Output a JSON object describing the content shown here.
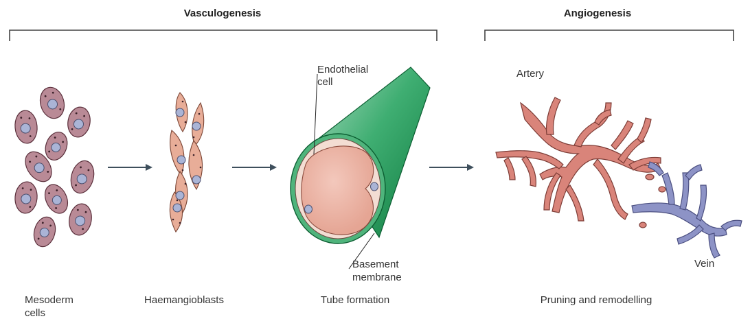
{
  "headers": {
    "vasculogenesis": "Vasculogenesis",
    "angiogenesis": "Angiogenesis"
  },
  "stages": {
    "mesoderm_line1": "Mesoderm",
    "mesoderm_line2": "cells",
    "haemangioblasts": "Haemangioblasts",
    "tube_formation": "Tube formation",
    "pruning": "Pruning and remodelling"
  },
  "callouts": {
    "endothelial_line1": "Endothelial",
    "endothelial_line2": "cell",
    "basement_line1": "Basement",
    "basement_line2": "membrane",
    "artery": "Artery",
    "vein": "Vein"
  },
  "colors": {
    "mesoderm_cell": "#b98a96",
    "nucleus": "#aab4d6",
    "haemangioblast": "#e8ad98",
    "tube_green": "#1f9a5a",
    "artery": "#d9847a",
    "vein": "#8d93c6"
  }
}
